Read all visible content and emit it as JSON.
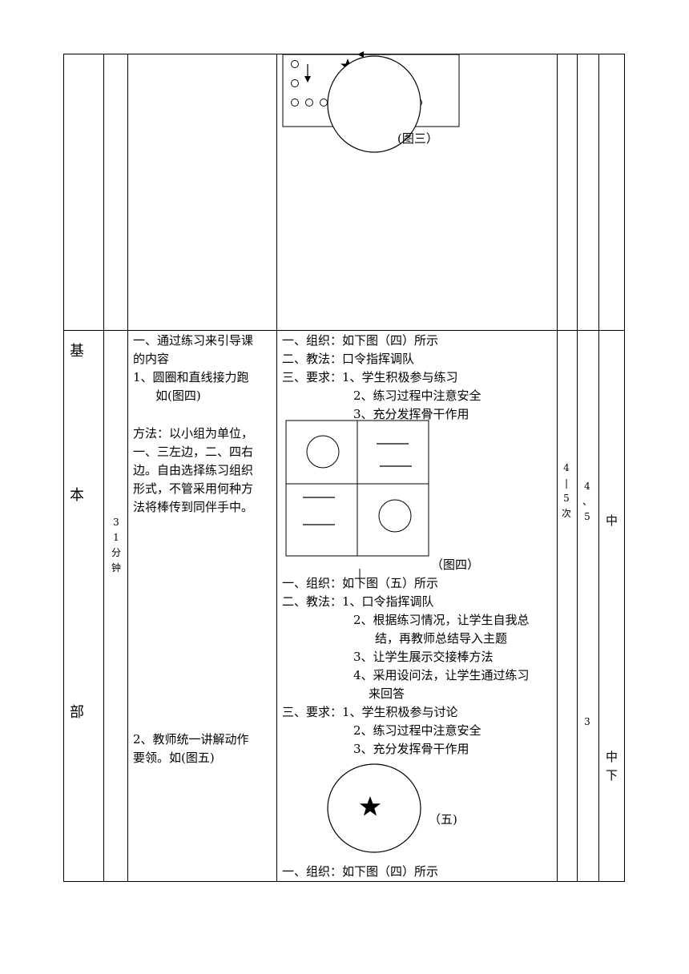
{
  "section_chars": [
    "基",
    "本",
    "部"
  ],
  "time": {
    "lines": [
      "3",
      "1",
      "分",
      "钟"
    ]
  },
  "content": {
    "intro_1": "一、通过练习来引导课",
    "intro_2": "的内容",
    "item1_1": "1、圆圈和直线接力跑",
    "item1_2": "如(图四)",
    "method_1": "方法：以小组为单位，",
    "method_2": "一、三左边，二、四右",
    "method_3": "边。自由选择练习组织",
    "method_4": "形式，不管采用何种方",
    "method_5": "法将棒传到同伴手中。",
    "item2_1": "2、教师统一讲解动作",
    "item2_2": "要领。如(图五)"
  },
  "org": {
    "fig3_label": "(图三）",
    "a1": "一、组织：如下图（四）所示",
    "a2": "二、教法：口令指挥调队",
    "a3": "三、要求：1、学生积极参与练习",
    "a4": "2、练习过程中注意安全",
    "a5": "3、充分发挥骨干作用",
    "fig4_label": "（图四）",
    "b1": "一、组织：如下图（五）所示",
    "b2": "二、教法：1、口令指挥调队",
    "b3": "2、根据练习情况，让学生自我总",
    "b4": "结，再教师总结导入主题",
    "b5": "3、让学生展示交接棒方法",
    "b6": "4、采用设问法，让学生通过练习",
    "b7": "来回答",
    "b8": "三、要求：1、学生积极参与讨论",
    "b9": "2、练习过程中注意安全",
    "b10": "3、充分发挥骨干作用",
    "fig5_label": "（五)",
    "c1": "一、组织：如下图（四）所示",
    "star": "★",
    "small_circle": "○"
  },
  "reps": {
    "lines": [
      "4",
      "|",
      "5",
      "次"
    ]
  },
  "sets": {
    "lines": [
      "4",
      "、",
      "5"
    ],
    "second": "3"
  },
  "intensity": {
    "first": "中",
    "second_1": "中",
    "second_2": "下"
  }
}
